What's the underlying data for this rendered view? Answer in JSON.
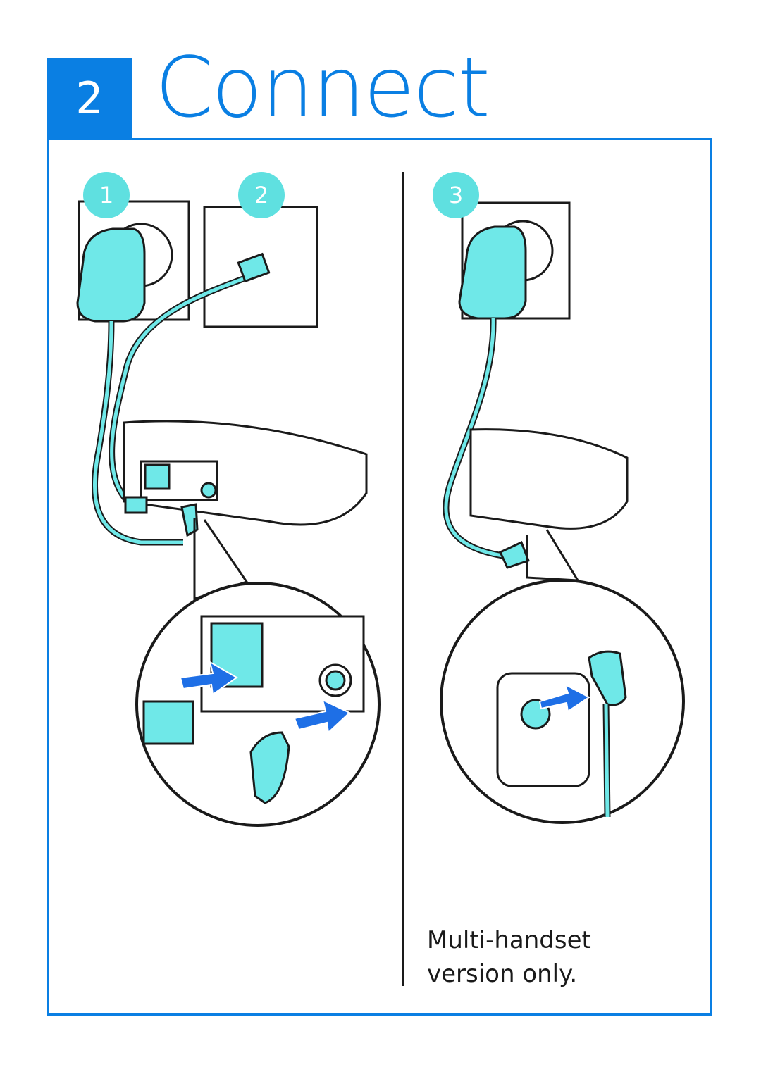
{
  "header": {
    "step_number": "2",
    "title": "Connect"
  },
  "steps": [
    {
      "number": "1"
    },
    {
      "number": "2"
    },
    {
      "number": "3"
    }
  ],
  "note": "Multi-handset version only.",
  "colors": {
    "accent": "#0a7fe3",
    "cable": "#6fe8e8",
    "step_circle": "#5fe0e0",
    "arrow": "#1e6fe6"
  }
}
